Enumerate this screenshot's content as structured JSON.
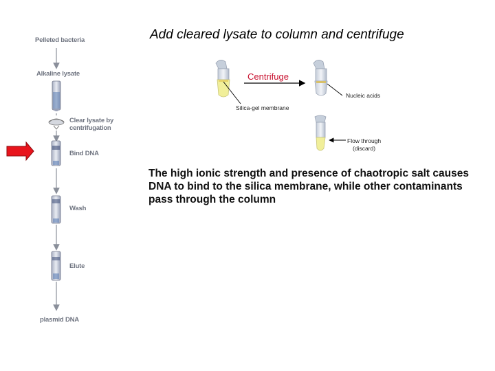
{
  "title": "Add cleared lysate to column and centrifuge",
  "steps": [
    {
      "label": "Pelleted bacteria"
    },
    {
      "label": "Alkaline lysate"
    },
    {
      "label": "Clear lysate by centrifugation"
    },
    {
      "label": "Bind DNA"
    },
    {
      "label": "Wash"
    },
    {
      "label": "Elute"
    },
    {
      "label": "plasmid DNA"
    }
  ],
  "current_step": "Bind DNA",
  "centrifuge_label": "Centrifuge",
  "nucleic_acids_label": "Nucleic acids",
  "membrane_label": "Silica-gel membrane",
  "flow_through_label": "Flow through",
  "discard_label": "(discard)",
  "description": "The high ionic strength and presence of chaotropic salt causes DNA to bind to the silica membrane, while other contaminants pass through the column",
  "colors": {
    "pointer_arrow": "#e8141c",
    "centrifuge_text": "#c8102e",
    "lysate": "#f1ef9a",
    "step_text": "#6f7480"
  }
}
